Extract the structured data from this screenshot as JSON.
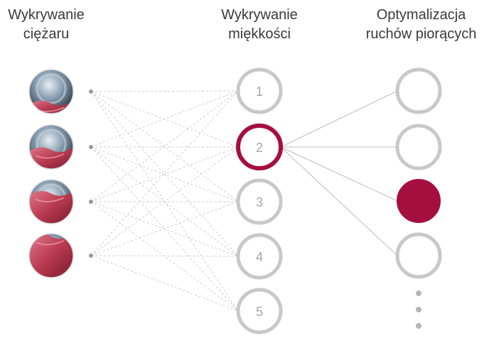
{
  "titles": {
    "weight": "Wykrywanie\nciężaru",
    "softness": "Wykrywanie\nmiękkości",
    "optimization": "Optymalizacja\nruchów piorących"
  },
  "weight_inputs": [
    {
      "icon": "drum-empty-icon",
      "fill_level": 0.3
    },
    {
      "icon": "drum-half-icon",
      "fill_level": 0.5
    },
    {
      "icon": "drum-mostly-full-icon",
      "fill_level": 0.75
    },
    {
      "icon": "drum-full-icon",
      "fill_level": 1.0
    }
  ],
  "softness_nodes": [
    {
      "label": "1",
      "active": false
    },
    {
      "label": "2",
      "active": true
    },
    {
      "label": "3",
      "active": false
    },
    {
      "label": "4",
      "active": false
    },
    {
      "label": "5",
      "active": false
    }
  ],
  "optimization_nodes": [
    {
      "active": false
    },
    {
      "active": false
    },
    {
      "active": true
    },
    {
      "active": false
    }
  ],
  "colors": {
    "accent": "#a50f3f",
    "ring": "#c8c8c8",
    "line": "#bdbdbd",
    "fabric": "#c84a5c",
    "metal": "#8fa3b6"
  }
}
